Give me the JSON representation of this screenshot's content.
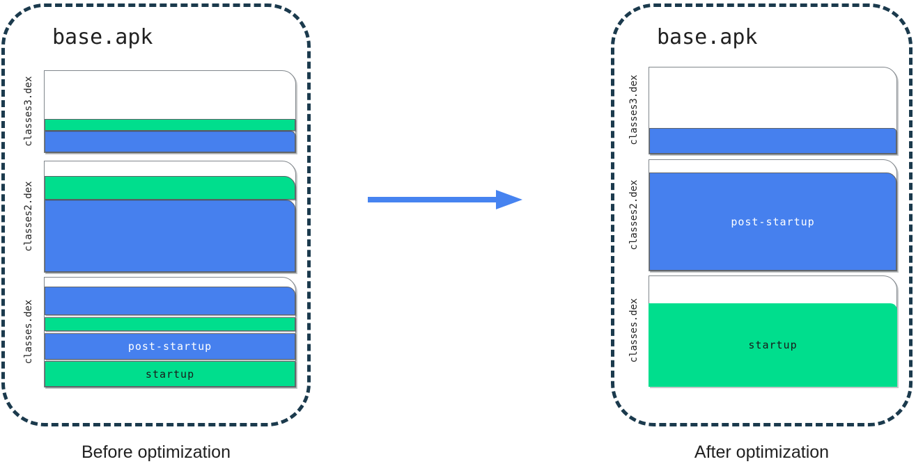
{
  "colors": {
    "startup": "#00de8d",
    "post_startup": "#4680ee",
    "arrow": "#4683f0",
    "dashed_border": "#1b3a4d",
    "page_border": "#80868b",
    "band_border": "#5f6368",
    "text_dark": "#212121",
    "band_label_light": "#ffffff",
    "band_label_dark": "#1a1a1a"
  },
  "panels": [
    {
      "id": "before",
      "title": "base.apk",
      "caption": "Before optimization",
      "files": [
        {
          "name": "classes3.dex",
          "bands": [
            {
              "type": "startup",
              "height": 17
            },
            {
              "type": "post-startup",
              "height": 31,
              "radius": 7
            }
          ]
        },
        {
          "name": "classes2.dex",
          "bands": [
            {
              "type": "startup",
              "height": 34,
              "radius": 16
            },
            {
              "type": "post-startup",
              "height": 104,
              "radius": 14
            }
          ]
        },
        {
          "name": "classes.dex",
          "bands": [
            {
              "type": "post-startup",
              "height": 41,
              "radius": 12
            },
            {
              "type": "gap",
              "height": 3
            },
            {
              "type": "startup",
              "height": 20
            },
            {
              "type": "gap",
              "height": 3
            },
            {
              "type": "post-startup",
              "height": 38,
              "label": "post-startup"
            },
            {
              "type": "gap",
              "height": 2
            },
            {
              "type": "startup",
              "height": 37,
              "label": "startup"
            }
          ]
        }
      ]
    },
    {
      "id": "after",
      "title": "base.apk",
      "caption": "After optimization",
      "files": [
        {
          "name": "classes3.dex",
          "bands": [
            {
              "type": "post-startup",
              "height": 37,
              "radius": 5
            }
          ]
        },
        {
          "name": "classes2.dex",
          "bands": [
            {
              "type": "post-startup",
              "height": 141,
              "radius": 14,
              "label": "post-startup"
            }
          ]
        },
        {
          "name": "classes.dex",
          "bands": [
            {
              "type": "startup",
              "height": 120,
              "radius": 10,
              "label": "startup",
              "borderless": true
            }
          ]
        }
      ]
    }
  ],
  "arrow": {
    "direction": "right"
  }
}
